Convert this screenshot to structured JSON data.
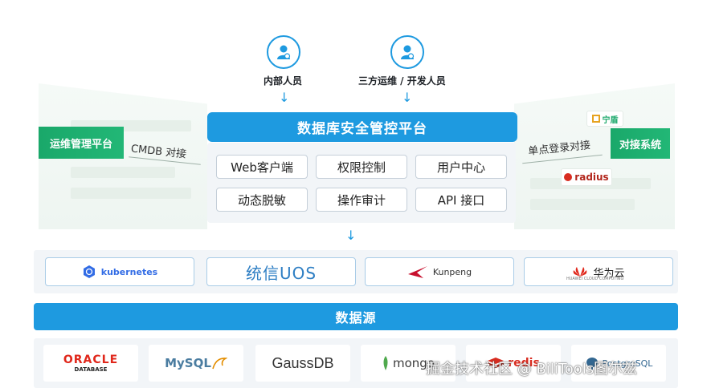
{
  "roles": [
    {
      "label": "内部人员",
      "icon": "person-icon"
    },
    {
      "label": "三方运维 / 开发人员",
      "icon": "person-icon"
    }
  ],
  "platform": {
    "title": "数据库安全管控平台",
    "features": [
      "Web客户端",
      "权限控制",
      "用户中心",
      "动态脱敏",
      "操作审计",
      "API 接口"
    ]
  },
  "left_panel": {
    "tag": "运维管理平台",
    "link_label": "CMDB 对接"
  },
  "right_panel": {
    "tag": "对接系统",
    "link_label": "单点登录对接",
    "logos": [
      {
        "text": "宁盾",
        "icon": "ningdun-logo-icon"
      },
      {
        "text": "radius",
        "icon": "radius-logo-icon"
      }
    ]
  },
  "os_row": [
    {
      "text": "kubernetes",
      "icon": "kubernetes-icon"
    },
    {
      "text": "统信UOS",
      "icon": "uos-logo-icon"
    },
    {
      "text": "Kunpeng",
      "icon": "kunpeng-icon"
    },
    {
      "text": "华为云",
      "icon": "huawei-icon",
      "subtext": "HUAWEI CLOUD COMPUTING"
    }
  ],
  "datasource": {
    "label": "数据源"
  },
  "databases": [
    {
      "text": "ORACLE",
      "subtext": "DATABASE",
      "icon": "oracle-logo-icon"
    },
    {
      "text": "MySQL",
      "icon": "mysql-dolphin-icon"
    },
    {
      "text": "GaussDB",
      "icon": "gaussdb-logo-icon"
    },
    {
      "text": "mongo",
      "icon": "mongodb-leaf-icon"
    },
    {
      "text": "redis",
      "icon": "redis-logo-icon"
    },
    {
      "text": "PostgreSQL",
      "icon": "postgresql-logo-icon"
    }
  ],
  "watermark": "掘金技术社区 @ BiliTools图尔兹",
  "colors": {
    "primary_blue": "#1e9ae0",
    "tag_green": "#1aa86a",
    "oracle_red": "#e0271b",
    "mongo_green": "#4fa94d",
    "redis_red": "#d82c20"
  }
}
